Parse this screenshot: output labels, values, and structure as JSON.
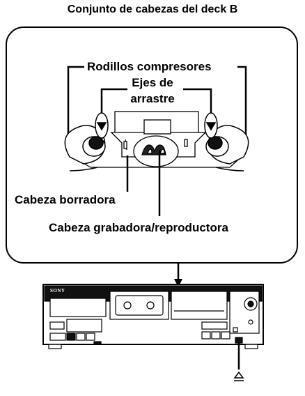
{
  "title": "Conjunto de cabezas del deck B",
  "labels": {
    "pinch_rollers": "Rodillos compresores",
    "capstans_line1": "Ejes de",
    "capstans_line2": "arrastre",
    "erase_head": "Cabeza borradora",
    "record_play_head": "Cabeza grabadora/reproductora"
  },
  "deck": {
    "brand": "SONY",
    "eject_symbol": "⏏"
  }
}
